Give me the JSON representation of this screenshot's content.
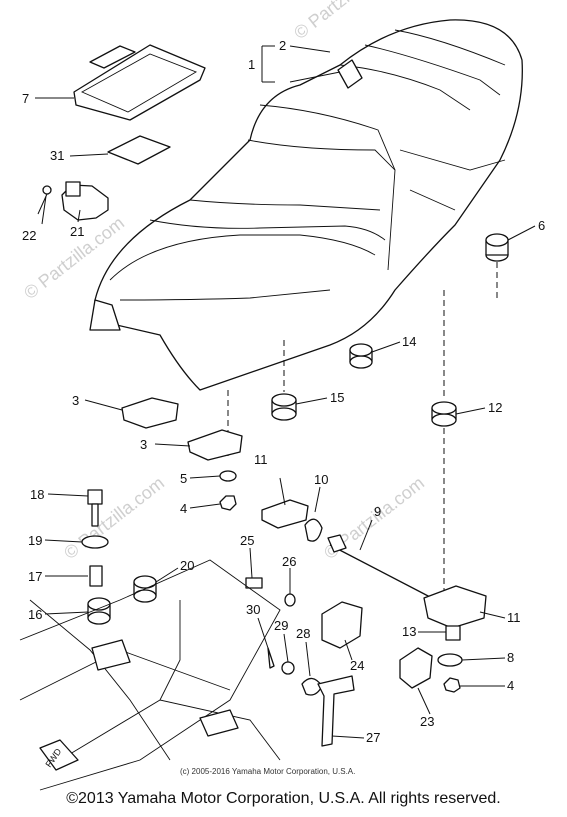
{
  "callouts": [
    {
      "id": "c1",
      "text": "1"
    },
    {
      "id": "c2",
      "text": "2"
    },
    {
      "id": "c7",
      "text": "7"
    },
    {
      "id": "c31",
      "text": "31"
    },
    {
      "id": "c21",
      "text": "21"
    },
    {
      "id": "c22",
      "text": "22"
    },
    {
      "id": "c6",
      "text": "6"
    },
    {
      "id": "c14",
      "text": "14"
    },
    {
      "id": "c15",
      "text": "15"
    },
    {
      "id": "c12",
      "text": "12"
    },
    {
      "id": "c3a",
      "text": "3"
    },
    {
      "id": "c3b",
      "text": "3"
    },
    {
      "id": "c5",
      "text": "5"
    },
    {
      "id": "c4a",
      "text": "4"
    },
    {
      "id": "c11a",
      "text": "11"
    },
    {
      "id": "c10",
      "text": "10"
    },
    {
      "id": "c9",
      "text": "9"
    },
    {
      "id": "c18",
      "text": "18"
    },
    {
      "id": "c19",
      "text": "19"
    },
    {
      "id": "c17",
      "text": "17"
    },
    {
      "id": "c16",
      "text": "16"
    },
    {
      "id": "c20",
      "text": "20"
    },
    {
      "id": "c25",
      "text": "25"
    },
    {
      "id": "c26",
      "text": "26"
    },
    {
      "id": "c30",
      "text": "30"
    },
    {
      "id": "c29",
      "text": "29"
    },
    {
      "id": "c28",
      "text": "28"
    },
    {
      "id": "c24",
      "text": "24"
    },
    {
      "id": "c27",
      "text": "27"
    },
    {
      "id": "c13",
      "text": "13"
    },
    {
      "id": "c11b",
      "text": "11"
    },
    {
      "id": "c8",
      "text": "8"
    },
    {
      "id": "c4b",
      "text": "4"
    },
    {
      "id": "c23",
      "text": "23"
    }
  ],
  "frame_label": "FWD",
  "watermark": "© Partzilla.com",
  "inner_copyright": "(c) 2005-2016 Yamaha Motor Corporation, U.S.A.",
  "copyright": "©2013 Yamaha Motor Corporation, U.S.A. All rights reserved."
}
